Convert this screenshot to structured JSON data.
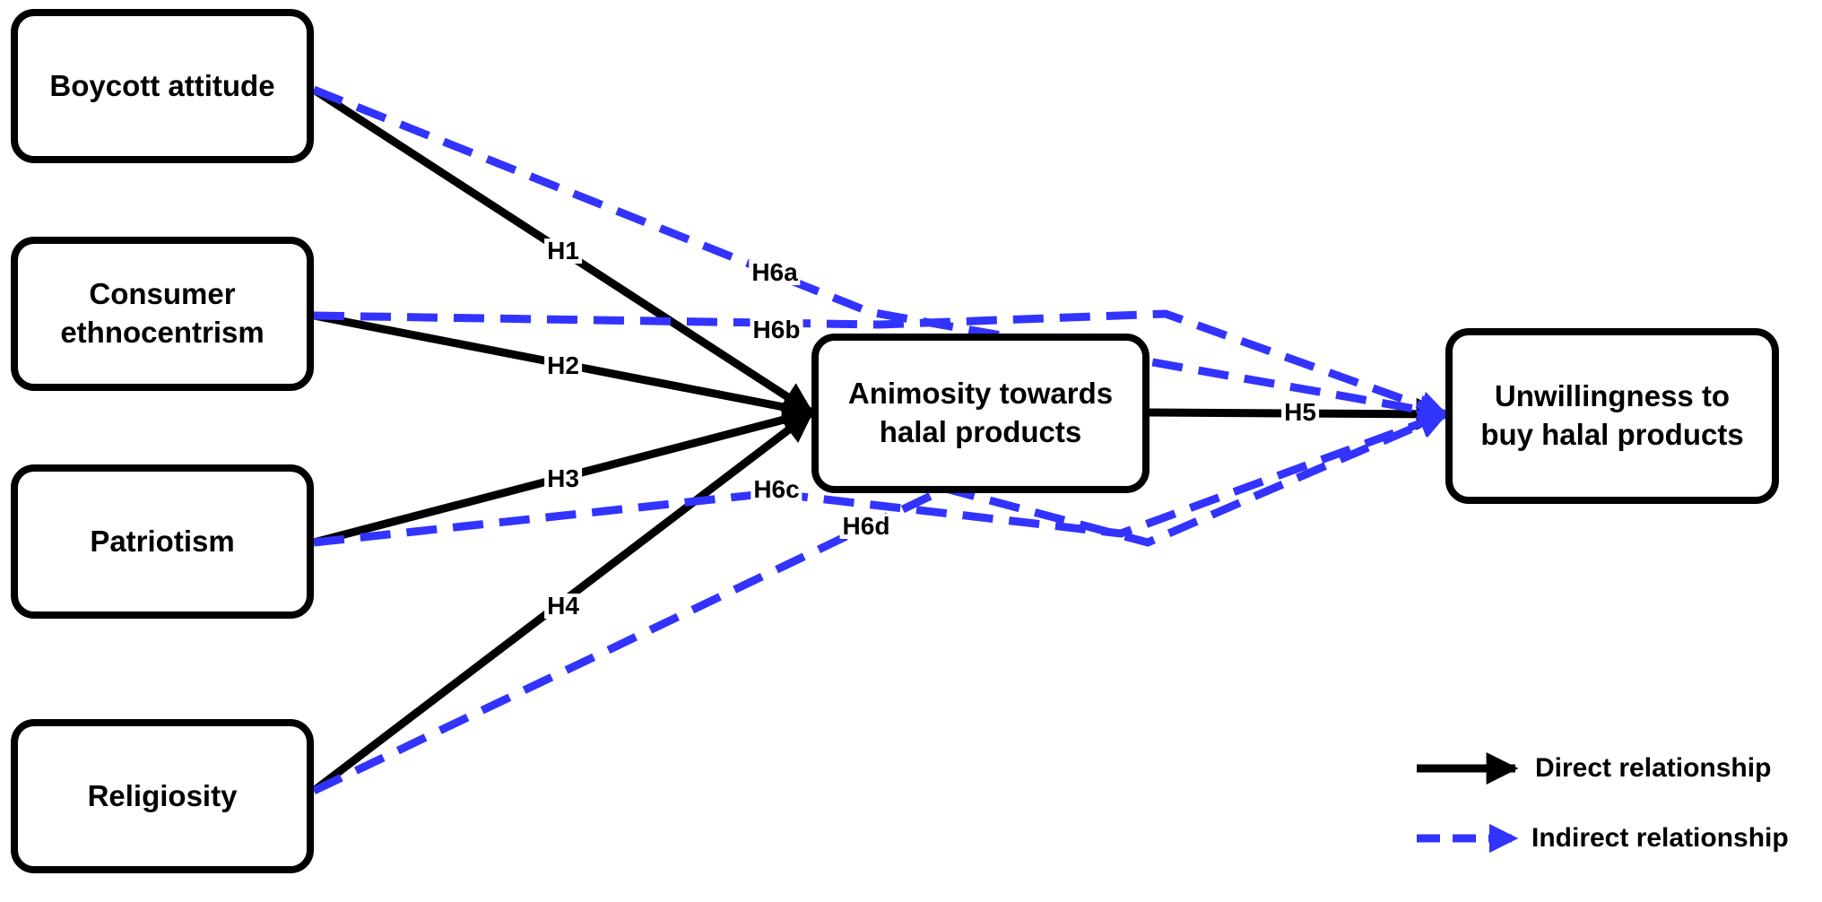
{
  "nodes": {
    "boycott": "Boycott attitude",
    "ethnocentrism": "Consumer ethnocentrism",
    "patriotism": "Patriotism",
    "religiosity": "Religiosity",
    "animosity": "Animosity towards halal products",
    "unwillingness": "Unwillingness to buy halal products"
  },
  "hypotheses": {
    "h1": "H1",
    "h2": "H2",
    "h3": "H3",
    "h4": "H4",
    "h5": "H5",
    "h6a": "H6a",
    "h6b": "H6b",
    "h6c": "H6c",
    "h6d": "H6d"
  },
  "legend": {
    "direct": "Direct relationship",
    "indirect": "Indirect relationship"
  },
  "colors": {
    "direct": "#000000",
    "indirect": "#3333ff"
  }
}
